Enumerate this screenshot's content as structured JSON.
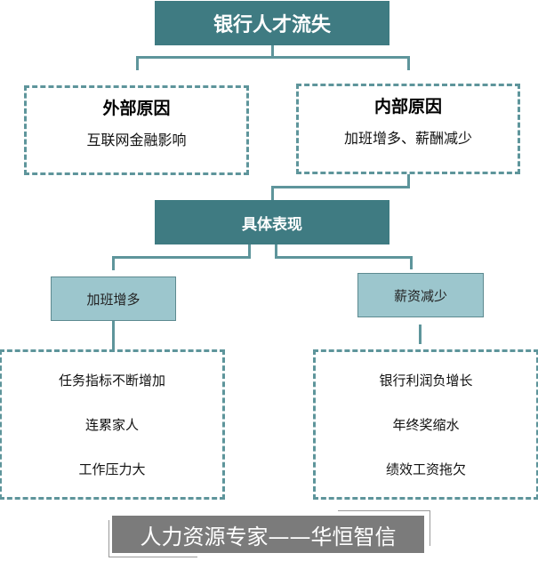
{
  "title": "银行人才流失",
  "external": {
    "heading": "外部原因",
    "text": "互联网金融影响"
  },
  "internal": {
    "heading": "内部原因",
    "text": "加班增多、薪酬减少"
  },
  "manifestation": "具体表现",
  "left_branch": {
    "label": "加班增多",
    "items": [
      "任务指标不断增加",
      "连累家人",
      "工作压力大"
    ]
  },
  "right_branch": {
    "label": "薪资减少",
    "items": [
      "银行利润负增长",
      "年终奖缩水",
      "绩效工资拖欠"
    ]
  },
  "footer": "人力资源专家——华恒智信"
}
